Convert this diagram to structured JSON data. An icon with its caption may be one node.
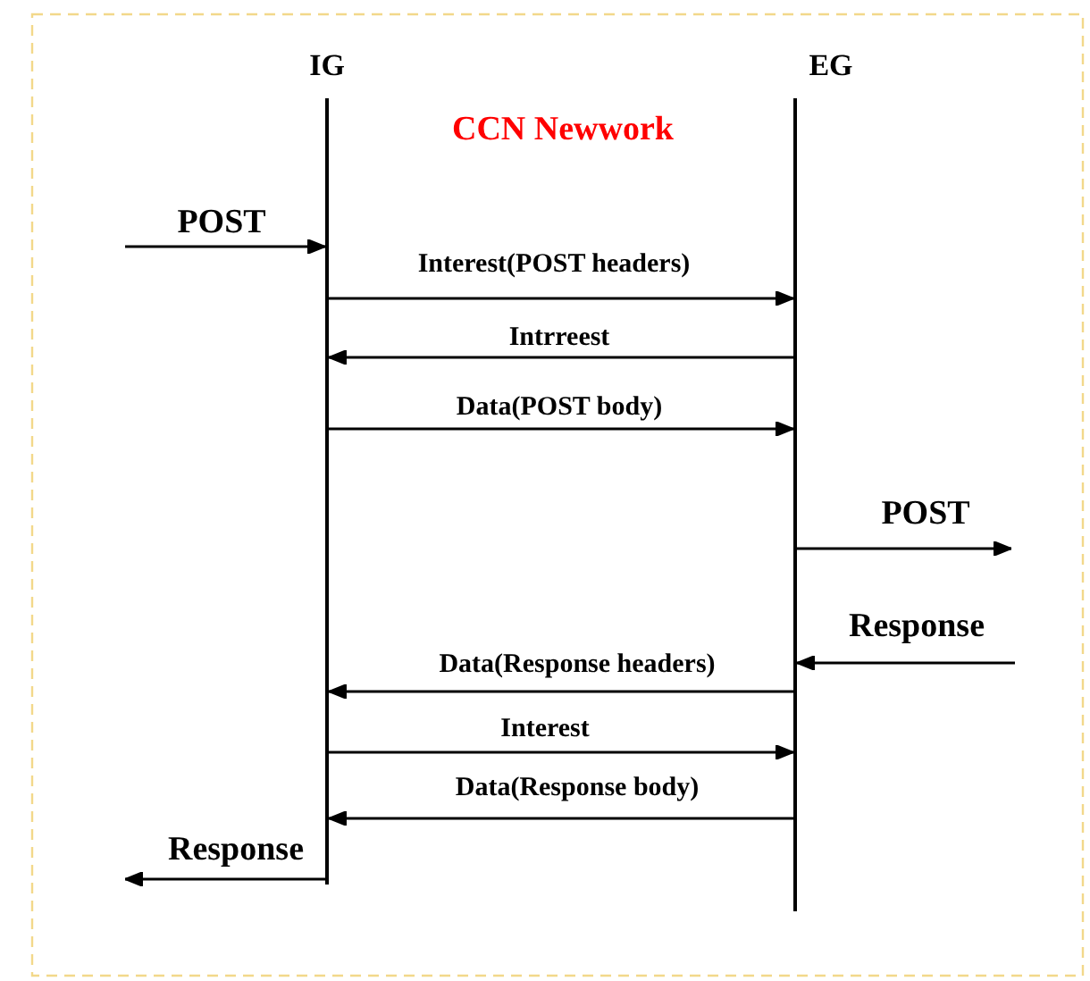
{
  "diagram": {
    "nodes": [
      {
        "text": [
          "IG"
        ]
      },
      {
        "text": [
          "EG"
        ]
      }
    ],
    "edges": [
      {
        "from": null,
        "to": 0,
        "arrow": "to",
        "label": "POST"
      },
      {
        "from": 0,
        "to": 1,
        "arrow": "to",
        "label": "Interest(POST headers)"
      },
      {
        "from": 1,
        "to": 0,
        "arrow": "to",
        "label": "Intrreest"
      },
      {
        "from": 0,
        "to": 1,
        "arrow": "to",
        "label": "Data(POST body)"
      },
      {
        "from": 1,
        "to": null,
        "arrow": "to",
        "label": "POST"
      },
      {
        "from": null,
        "to": 1,
        "arrow": "to",
        "label": "Response"
      },
      {
        "from": 1,
        "to": 0,
        "arrow": "to",
        "label": "Data(Response headers)"
      },
      {
        "from": 0,
        "to": 1,
        "arrow": "to",
        "label": "Interest"
      },
      {
        "from": 1,
        "to": 0,
        "arrow": "to",
        "label": "Data(Response body)"
      },
      {
        "from": 0,
        "to": null,
        "arrow": "to",
        "label": "Response"
      }
    ],
    "labels": [
      "CCN Newwork"
    ]
  }
}
